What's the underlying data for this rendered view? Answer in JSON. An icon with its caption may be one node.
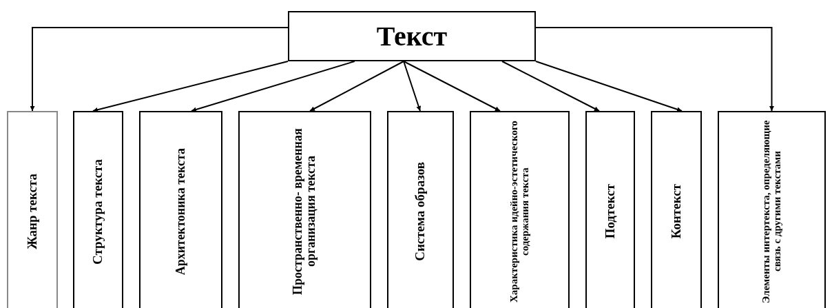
{
  "diagram": {
    "nodes": [
      {
        "text": [
          "Текст"
        ]
      },
      {
        "text": [
          "Жанр текста"
        ]
      },
      {
        "text": [
          "Структура  текста"
        ]
      },
      {
        "text": [
          "Архитектоника текста"
        ]
      },
      {
        "text": [
          "Пространственно- временная организация текста"
        ]
      },
      {
        "text": [
          "Система образов"
        ]
      },
      {
        "text": [
          "Характеристика идейно-эстетического содержания текста"
        ]
      },
      {
        "text": [
          "Подтекст"
        ]
      },
      {
        "text": [
          "Контекст"
        ]
      },
      {
        "text": [
          "Элементы интертекста, определяющие связь с другими текстами"
        ]
      }
    ],
    "edges": [
      {
        "from": 0,
        "to": 1,
        "arrow": "to"
      },
      {
        "from": 0,
        "to": 2,
        "arrow": "to"
      },
      {
        "from": 0,
        "to": 3,
        "arrow": "to"
      },
      {
        "from": 0,
        "to": 4,
        "arrow": "to"
      },
      {
        "from": 0,
        "to": 5,
        "arrow": "to"
      },
      {
        "from": 0,
        "to": 6,
        "arrow": "to"
      },
      {
        "from": 0,
        "to": 7,
        "arrow": "to"
      },
      {
        "from": 0,
        "to": 8,
        "arrow": "to"
      },
      {
        "from": 0,
        "to": 9,
        "arrow": "to"
      }
    ]
  }
}
